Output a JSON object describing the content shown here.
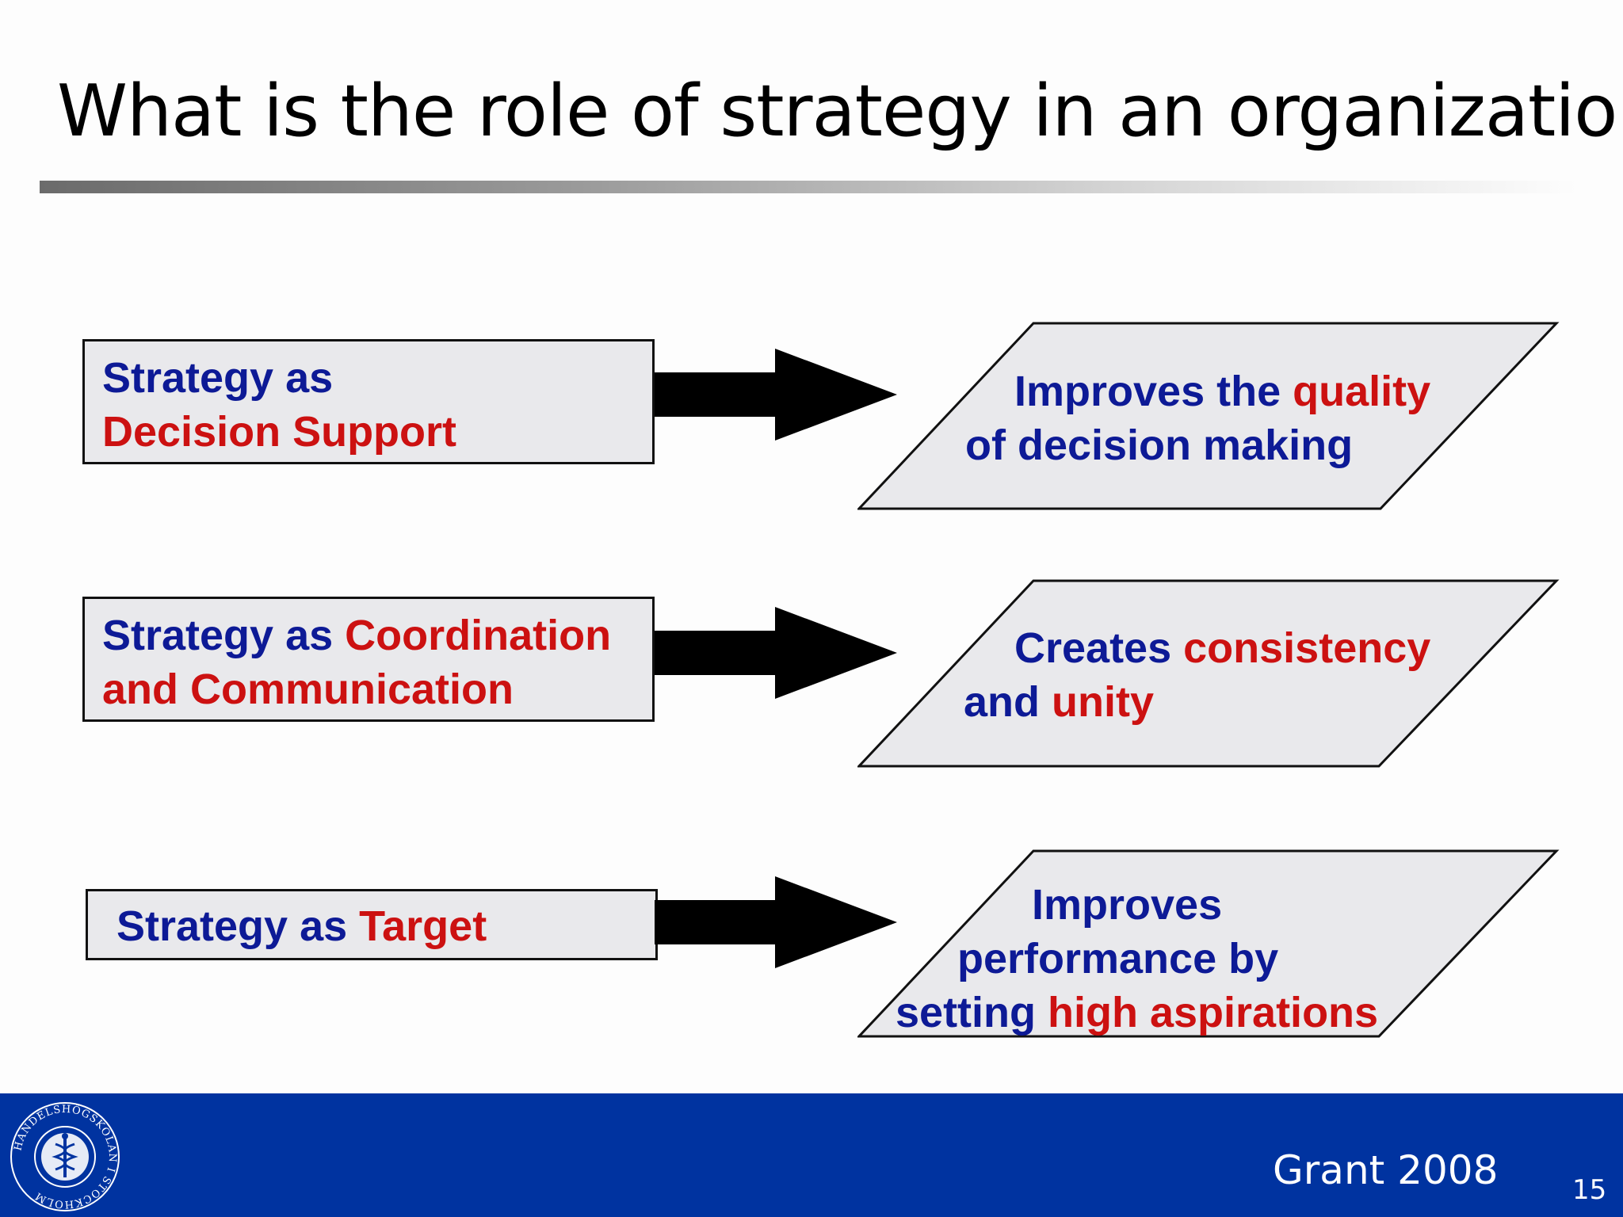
{
  "slide": {
    "title": "What is the role of strategy in an organization?",
    "rows": [
      {
        "left_line1_blue": "Strategy as",
        "left_line2_red": "Decision Support",
        "right_line1_blue": "Improves the ",
        "right_line1_red": "quality",
        "right_line2_blue": "of decision making"
      },
      {
        "left_line1_blue": "Strategy as ",
        "left_line1_red": "Coordination",
        "left_line2_red": "and Communication",
        "right_line1_blue": "Creates ",
        "right_line1_red": "consistency",
        "right_line2_blue": "and ",
        "right_line2_red": "unity"
      },
      {
        "left_line1_blue": "Strategy as ",
        "left_line1_red": "Target",
        "right_line1_blue": "Improves",
        "right_line2_blue": "performance by",
        "right_line3_blue": "setting ",
        "right_line3_red": "high aspirations"
      }
    ],
    "footer": {
      "citation": "Grant 2008",
      "page_number": "15",
      "logo_text": "HANDELSHÖGSKOLAN I STOCKHOLM"
    }
  },
  "colors": {
    "label_blue": "#0d1a96",
    "label_red": "#cc1111",
    "box_fill": "#e9e9ec",
    "footer_blue": "#0033a0"
  }
}
